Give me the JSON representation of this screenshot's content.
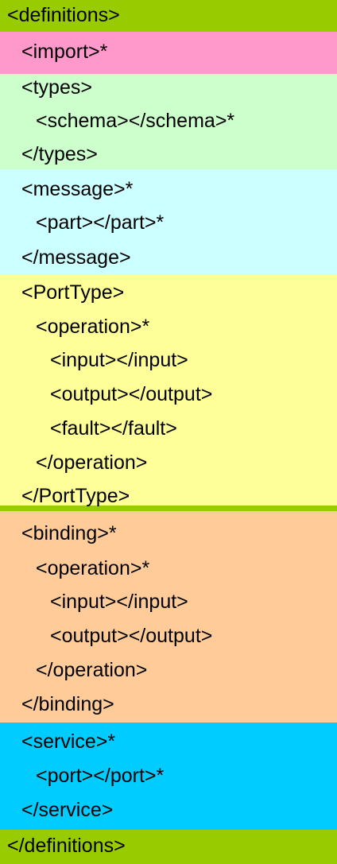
{
  "colors": {
    "definitions": "#99cc00",
    "import": "#ff99cc",
    "types": "#ccffcc",
    "message": "#ccffff",
    "porttype": "#ffff99",
    "binding": "#ffcc99",
    "service": "#00ccff"
  },
  "bands": [
    {
      "key": "definitions_open",
      "color_key": "definitions"
    },
    {
      "key": "import",
      "color_key": "import"
    },
    {
      "key": "types",
      "color_key": "types"
    },
    {
      "key": "message",
      "color_key": "message"
    },
    {
      "key": "porttype",
      "color_key": "porttype"
    },
    {
      "key": "separator",
      "color_key": "definitions"
    },
    {
      "key": "binding",
      "color_key": "binding"
    },
    {
      "key": "service",
      "color_key": "service"
    },
    {
      "key": "definitions_close",
      "color_key": "definitions"
    }
  ],
  "lines": [
    {
      "text": "<definitions>",
      "indent": 0
    },
    {
      "text": "<import>*",
      "indent": 1
    },
    {
      "text": "<types>",
      "indent": 1
    },
    {
      "text": "<schema></schema>*",
      "indent": 2
    },
    {
      "text": "</types>",
      "indent": 1
    },
    {
      "text": "<message>*",
      "indent": 1
    },
    {
      "text": "<part></part>*",
      "indent": 2
    },
    {
      "text": "</message>",
      "indent": 1
    },
    {
      "text": "<PortType>",
      "indent": 1
    },
    {
      "text": "<operation>*",
      "indent": 2
    },
    {
      "text": "<input></input>",
      "indent": 3
    },
    {
      "text": "<output></output>",
      "indent": 3
    },
    {
      "text": "<fault></fault>",
      "indent": 3
    },
    {
      "text": "</operation>",
      "indent": 2
    },
    {
      "text": "</PortType>",
      "indent": 1
    },
    {
      "text": "<binding>*",
      "indent": 1
    },
    {
      "text": "<operation>*",
      "indent": 2
    },
    {
      "text": "<input></input>",
      "indent": 3
    },
    {
      "text": "<output></output>",
      "indent": 3
    },
    {
      "text": "</operation>",
      "indent": 2
    },
    {
      "text": "</binding>",
      "indent": 1
    },
    {
      "text": "<service>*",
      "indent": 1
    },
    {
      "text": "<port></port>*",
      "indent": 2
    },
    {
      "text": "</service>",
      "indent": 1
    },
    {
      "text": "</definitions>",
      "indent": 0
    }
  ]
}
